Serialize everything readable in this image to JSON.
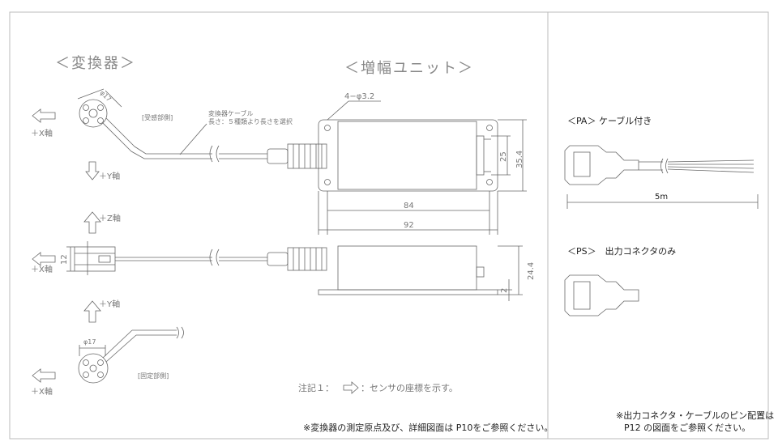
{
  "transducer_title": "＜変換器＞",
  "amplifier_title": "＜増幅ユニット＞",
  "sensing_part": "[受感部側]",
  "fixed_part": "[固定部側]",
  "axes": {
    "plus_x": "＋X軸",
    "plus_y": "＋Y軸",
    "plus_z": "＋Z軸"
  },
  "cable_note": {
    "line1": "変換器ケーブル",
    "line2": "長さ：５種類より長さを選択"
  },
  "dims": {
    "diam_17_top": "φ17",
    "hole": "4−φ3.2",
    "d25": "25",
    "d35_4": "35.4",
    "d84": "84",
    "d92": "92",
    "d12": "12",
    "d24_4": "24.4",
    "d2": "2",
    "diam_17_bottom": "φ17"
  },
  "note1": "注記１：",
  "note1_text": "：センサの座標を示す。",
  "footnote_left": "※変換器の測定原点及び、詳細図面は P10をご参照ください。",
  "pa_label": "＜PA＞ ケーブル付き",
  "pa_length": "5m",
  "ps_label": "＜PS＞　出力コネクタのみ",
  "footnote_right_1": "※出力コネクタ・ケーブルのピン配置は",
  "footnote_right_2": "P12 の図面をご参照ください。"
}
